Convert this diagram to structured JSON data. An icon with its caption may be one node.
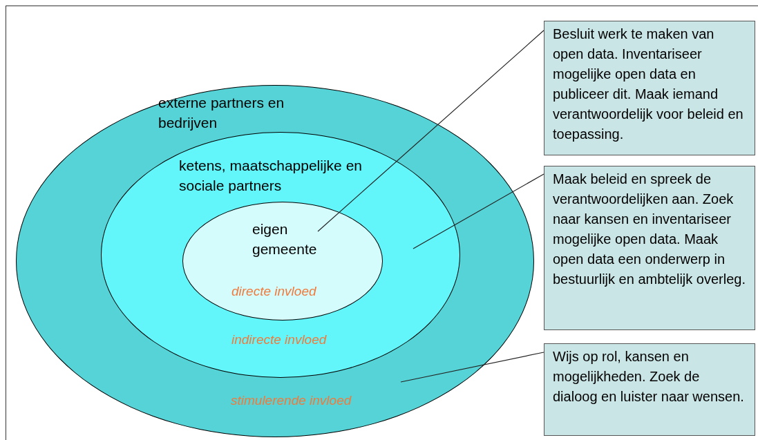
{
  "diagram": {
    "nodes": [
      {
        "text": [
          "externe partners en bedrijven",
          "stimulerende invloed"
        ]
      },
      {
        "text": [
          "ketens, maatschappelijke en sociale partners",
          "indirecte invloed"
        ],
        "in": 0
      },
      {
        "text": [
          "eigen gemeente",
          "directe invloed"
        ],
        "in": 1
      },
      {
        "text": [
          "Besluit werk te maken van open data. Inventariseer mogelijke open data en publiceer dit. Maak iemand verantwoordelijk voor beleid en toepassing."
        ]
      },
      {
        "text": [
          "Maak beleid en spreek de verantwoordelijken aan. Zoek naar kansen en inventariseer mogelijke open data. Maak open data een onderwerp in bestuurlijk en ambtelijk overleg."
        ]
      },
      {
        "text": [
          "Wijs op rol, kansen en mogelijkheden. Zoek de dialoog en luister naar wensen."
        ]
      }
    ],
    "edges": [
      {
        "from": 3,
        "to": 2,
        "arrow": "none"
      },
      {
        "from": 4,
        "to": 1,
        "arrow": "none"
      },
      {
        "from": 5,
        "to": 0,
        "arrow": "none"
      }
    ]
  }
}
